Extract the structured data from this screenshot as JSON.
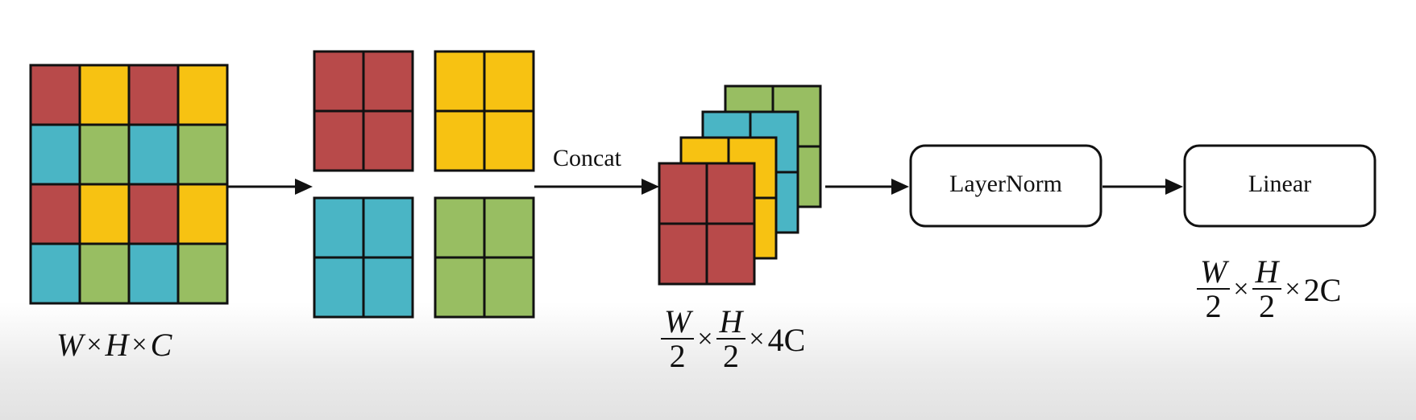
{
  "colors": {
    "red": "#b84a4a",
    "yellow": "#f7c212",
    "blue": "#4ab5c5",
    "green": "#98be62"
  },
  "input_grid": {
    "pattern": [
      [
        "red",
        "yellow",
        "red",
        "yellow"
      ],
      [
        "blue",
        "green",
        "blue",
        "green"
      ],
      [
        "red",
        "yellow",
        "red",
        "yellow"
      ],
      [
        "blue",
        "green",
        "blue",
        "green"
      ]
    ],
    "dim": {
      "w": "W",
      "times1": "×",
      "h": "H",
      "times2": "×",
      "c": "C"
    }
  },
  "patches": [
    "red",
    "yellow",
    "blue",
    "green"
  ],
  "concat": {
    "label": "Concat",
    "stack_order_back_to_front": [
      "green",
      "blue",
      "yellow",
      "red"
    ],
    "dim": {
      "w_num": "W",
      "w_den": "2",
      "times1": "×",
      "h_num": "H",
      "h_den": "2",
      "times2": "×",
      "c": "4C"
    }
  },
  "layernorm": {
    "label": "LayerNorm"
  },
  "linear": {
    "label": "Linear",
    "dim": {
      "w_num": "W",
      "w_den": "2",
      "times1": "×",
      "h_num": "H",
      "h_den": "2",
      "times2": "×",
      "c": "2C"
    }
  }
}
